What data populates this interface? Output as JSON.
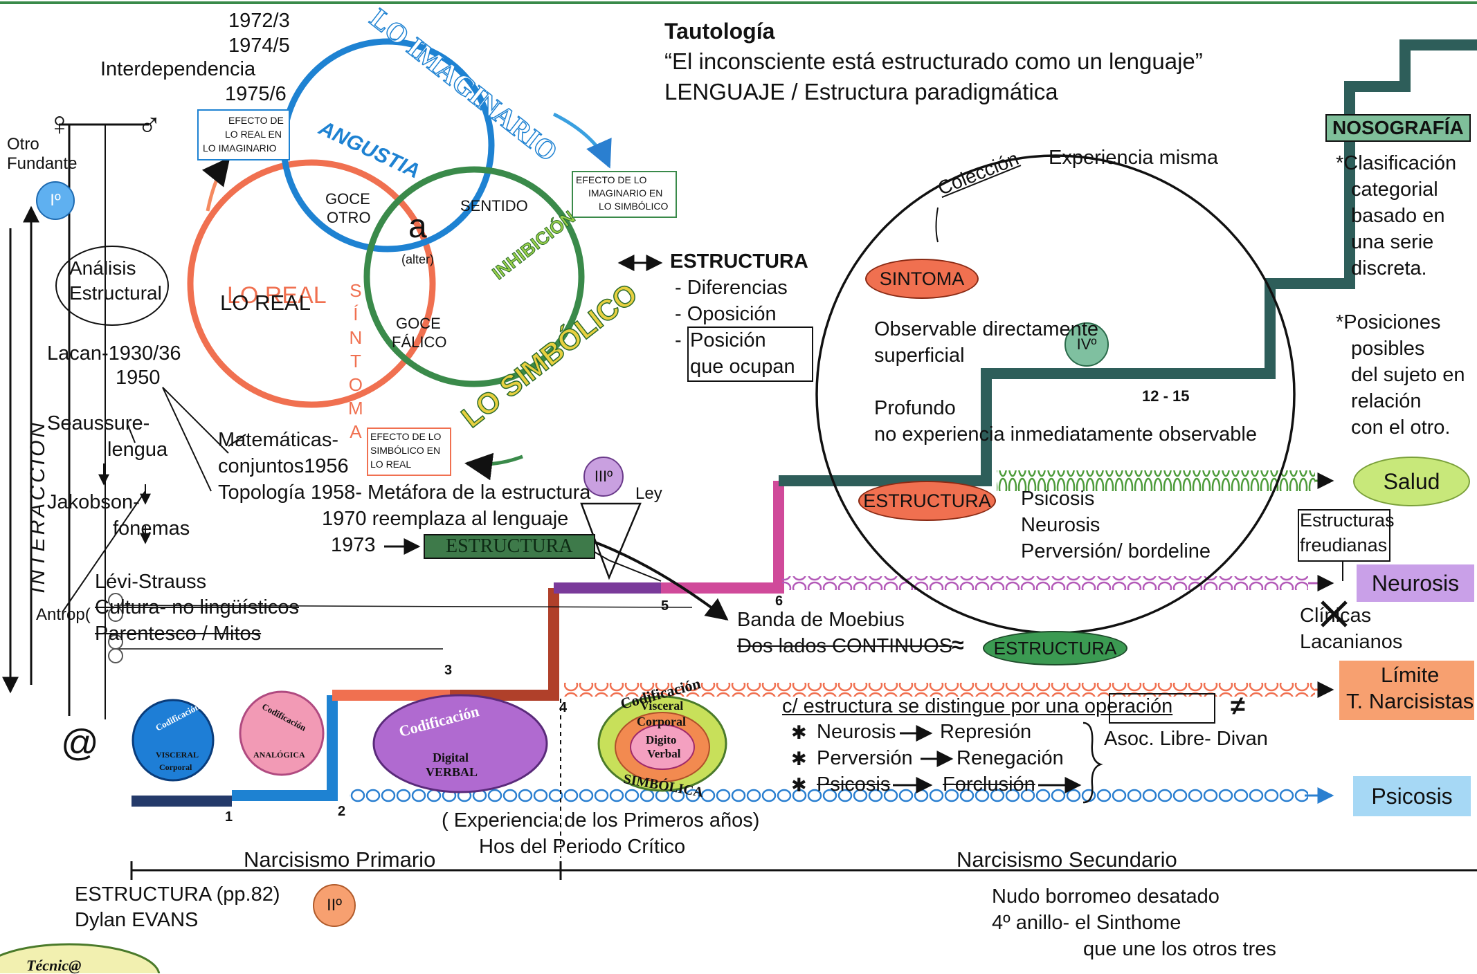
{
  "header": {
    "title": "Tautología",
    "quote": "“El inconsciente está estructurado como un lenguaje”",
    "subtitle": "LENGUAJE / Estructura paradigmática"
  },
  "timeline_top": {
    "y1": "1972/3",
    "y2": "1974/5",
    "interdependencia": "Interdependencia",
    "y3": "1975/6"
  },
  "left_panel": {
    "female_symbol": "♀",
    "male_symbol": "♂",
    "otro": "Otro",
    "fundante": "Fundante",
    "badge_I": "Iº",
    "analisis_1": "Análisis",
    "analisis_2": "Estructural",
    "interaccion": "INTERACCION",
    "lacan": "Lacan-1930/36",
    "y1950": "1950",
    "saussure_1": "Seaussure-",
    "saussure_2": "lengua",
    "jakobson": "Jakobson-",
    "fonemas": "fonemas",
    "levi": "Lévi-Strauss",
    "antrop": "Antrop(",
    "cultura": "Cultura- no lingüísticos",
    "parentesco": "Parentesco / Mitos",
    "at": "@",
    "arrow_down": "↓"
  },
  "rings": {
    "imaginario": "LO IMAGINARIO",
    "angustia": "ANGUSTIA",
    "simbolico": "LO SIMBÓLICO",
    "inhibicion": "INHIBICIÓN",
    "real_colored": "LO REAL",
    "real_plain": "LO REAL",
    "sintoma_vertical": "SÍNTOMA",
    "goce_otro_1": "GOCE",
    "goce_otro_2": "OTRO",
    "sentido": "SENTIDO",
    "a": "a",
    "alter": "(alter)",
    "goce_falico_1": "GOCE",
    "goce_falico_2": "FÁLICO",
    "efecto_real_1": "EFECTO DE",
    "efecto_real_2": "LO REAL EN",
    "efecto_real_3": "LO IMAGINARIO",
    "efecto_imag_1": "EFECTO DE LO",
    "efecto_imag_2": "IMAGINARIO EN",
    "efecto_imag_3": "LO SIMBÓLICO",
    "efecto_simb_1": "EFECTO DE LO",
    "efecto_simb_2": "SIMBÓLICO EN",
    "efecto_simb_3": "LO REAL"
  },
  "estructura_block": {
    "title": "ESTRUCTURA",
    "item1": "- Diferencias",
    "item2": "- Oposición",
    "item3_dash": "-",
    "item3a": "Posición",
    "item3b": "que ocupan"
  },
  "matematicas": {
    "m1": "Matemáticas-",
    "m2": "conjuntos1956",
    "m3": "Topología 1958- Metáfora de la estructura",
    "ley": "Ley",
    "m4": "1970 reemplaza al lenguaje",
    "y1973": "1973",
    "arrow": "→",
    "estructura_box": "ESTRUCTURA",
    "badge_III": "IIIº",
    "badge_IV": "IVº"
  },
  "moebius": {
    "banda": "Banda de Moebius",
    "dos_lados": "Dos lados CONTINUOS",
    "approx": "≈",
    "estructura_pill": "ESTRUCTURA"
  },
  "circle": {
    "coleccion": "Colección",
    "experiencia": "Experiencia misma",
    "sintoma": "SINTOMA",
    "observable_1": "Observable directamente",
    "observable_2": "superficial",
    "range": "12 - 15",
    "profundo_1": "Profundo",
    "profundo_2": "no experiencia inmediatamente observable",
    "estructura": "ESTRUCTURA",
    "psicosis": "Psicosis",
    "neurosis": "Neurosis",
    "perversion": "Perversión/ bordeline"
  },
  "nosografia": {
    "title": "NOSOGRAFÍA",
    "c1": "*Clasificación",
    "c2": "categorial",
    "c3": "basado en",
    "c4": "una serie",
    "c5": "discreta.",
    "p1": "*Posiciones",
    "p2": "posibles",
    "p3": "del sujeto en",
    "p4": "relación",
    "p5": "con el otro."
  },
  "outcomes": {
    "salud": "Salud",
    "estructuras_1": "Estructuras",
    "estructuras_2": "freudianas",
    "neurosis": "Neurosis",
    "clinicas_1": "Clínicas",
    "clinicas_2": "Lacanianos",
    "limite_1": "Límite",
    "limite_2": "T. Narcisistas",
    "psicosis": "Psicosis"
  },
  "codificacion": {
    "c1_title": "Codificación",
    "c1_a": "VISCERAL",
    "c1_b": "Corporal",
    "c2_title": "Codificación",
    "c2_a": "ANALÓGICA",
    "c3_title": "Codificación",
    "c3_a": "Digital",
    "c3_b": "VERBAL",
    "c4_title": "Codificación",
    "c4_a": "Visceral",
    "c4_b": "Corporal",
    "c4_c": "Digito",
    "c4_d": "Verbal",
    "c4_e": "SIMBÓLICA"
  },
  "operaciones": {
    "title": "c/ estructura se distingue por una operación",
    "neq": "≠",
    "star": "✱",
    "n1": "Neurosis",
    "n2": "Represión",
    "p1": "Perversión",
    "p2": "Renegación",
    "s1": "Psicosis",
    "s2": "Forclusión",
    "asoc": "Asoc. Libre- Divan",
    "arrow": "→"
  },
  "bottom": {
    "experiencia": "( Experiencia de los Primeros años)",
    "hos": "Hos del Periodo Crítico",
    "narc_primario": "Narcisismo Primario",
    "narc_secundario": "Narcisismo Secundario",
    "ref1": "ESTRUCTURA (pp.82)",
    "ref2": "Dylan EVANS",
    "badge_II": "IIº",
    "nudo1": "Nudo borromeo desatado",
    "nudo2": "4º anillo- el Sinthome",
    "nudo3": "que une los otros tres",
    "tecnica": "Técnic@"
  },
  "steps": {
    "s1": "1",
    "s2": "2",
    "s3": "3",
    "s4": "4",
    "s5": "5",
    "s6": "6"
  },
  "colors": {
    "real": "#f07050",
    "imaginario": "#1e82d2",
    "simbolico": "#3a8a4a",
    "stair_dark": "#2e5e5a",
    "moebius_pill": "#3b9a52",
    "salud": "#c8e87a",
    "neurosis": "#c9a0e8",
    "limite": "#f7a070",
    "psicosis": "#a6d8f5"
  }
}
